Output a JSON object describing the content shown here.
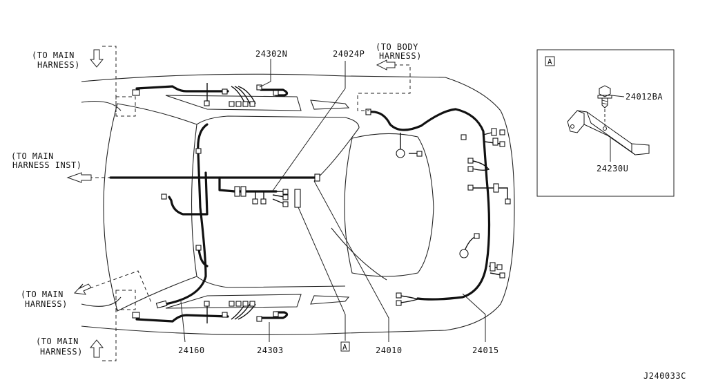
{
  "labels": {
    "to_main_harness": "(TO MAIN\nHARNESS)",
    "to_main_harness_inst": "(TO MAIN\nHARNESS INST)",
    "to_body_harness": "(TO BODY\nHARNESS)",
    "inset_letter": "A",
    "callout_letter": "A",
    "drawing_code": "J240033C"
  },
  "parts": {
    "p24302N": "24302N",
    "p24024P": "24024P",
    "p24160": "24160",
    "p24303": "24303",
    "p24010": "24010",
    "p24015": "24015",
    "p24012BA": "24012BA",
    "p24230U": "24230U"
  }
}
